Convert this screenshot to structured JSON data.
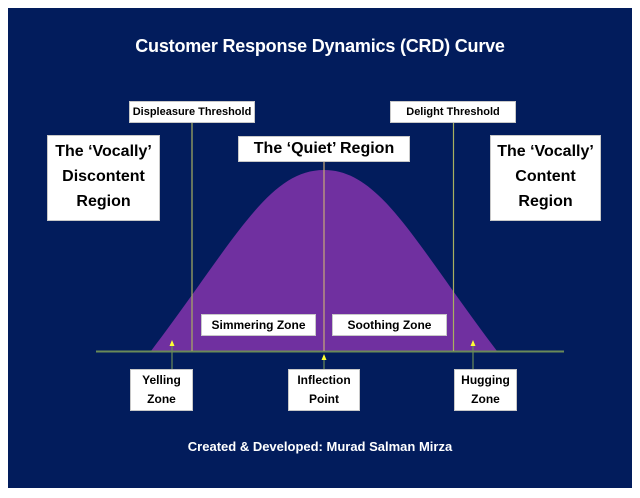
{
  "title": "Customer Response Dynamics (CRD) Curve",
  "credit": "Created & Developed: Murad Salman Mirza",
  "colors": {
    "background": "#021c5c",
    "curve_fill": "#7030a0",
    "threshold_line": "#a8b060",
    "baseline": "#6a8a58",
    "arrow": "#ffff33",
    "box_fill": "#ffffff"
  },
  "thresholds": {
    "displeasure": "Displeasure Threshold",
    "delight": "Delight Threshold"
  },
  "regions": {
    "left": [
      "The ‘Vocally’",
      "Discontent",
      "Region"
    ],
    "center": "The ‘Quiet’ Region",
    "right": [
      "The ‘Vocally’",
      "Content",
      "Region"
    ]
  },
  "zones": {
    "simmering": "Simmering Zone",
    "soothing": "Soothing Zone"
  },
  "markers": {
    "yelling": [
      "Yelling",
      "Zone"
    ],
    "inflection": [
      "Inflection",
      "Point"
    ],
    "hugging": [
      "Hugging",
      "Zone"
    ]
  }
}
